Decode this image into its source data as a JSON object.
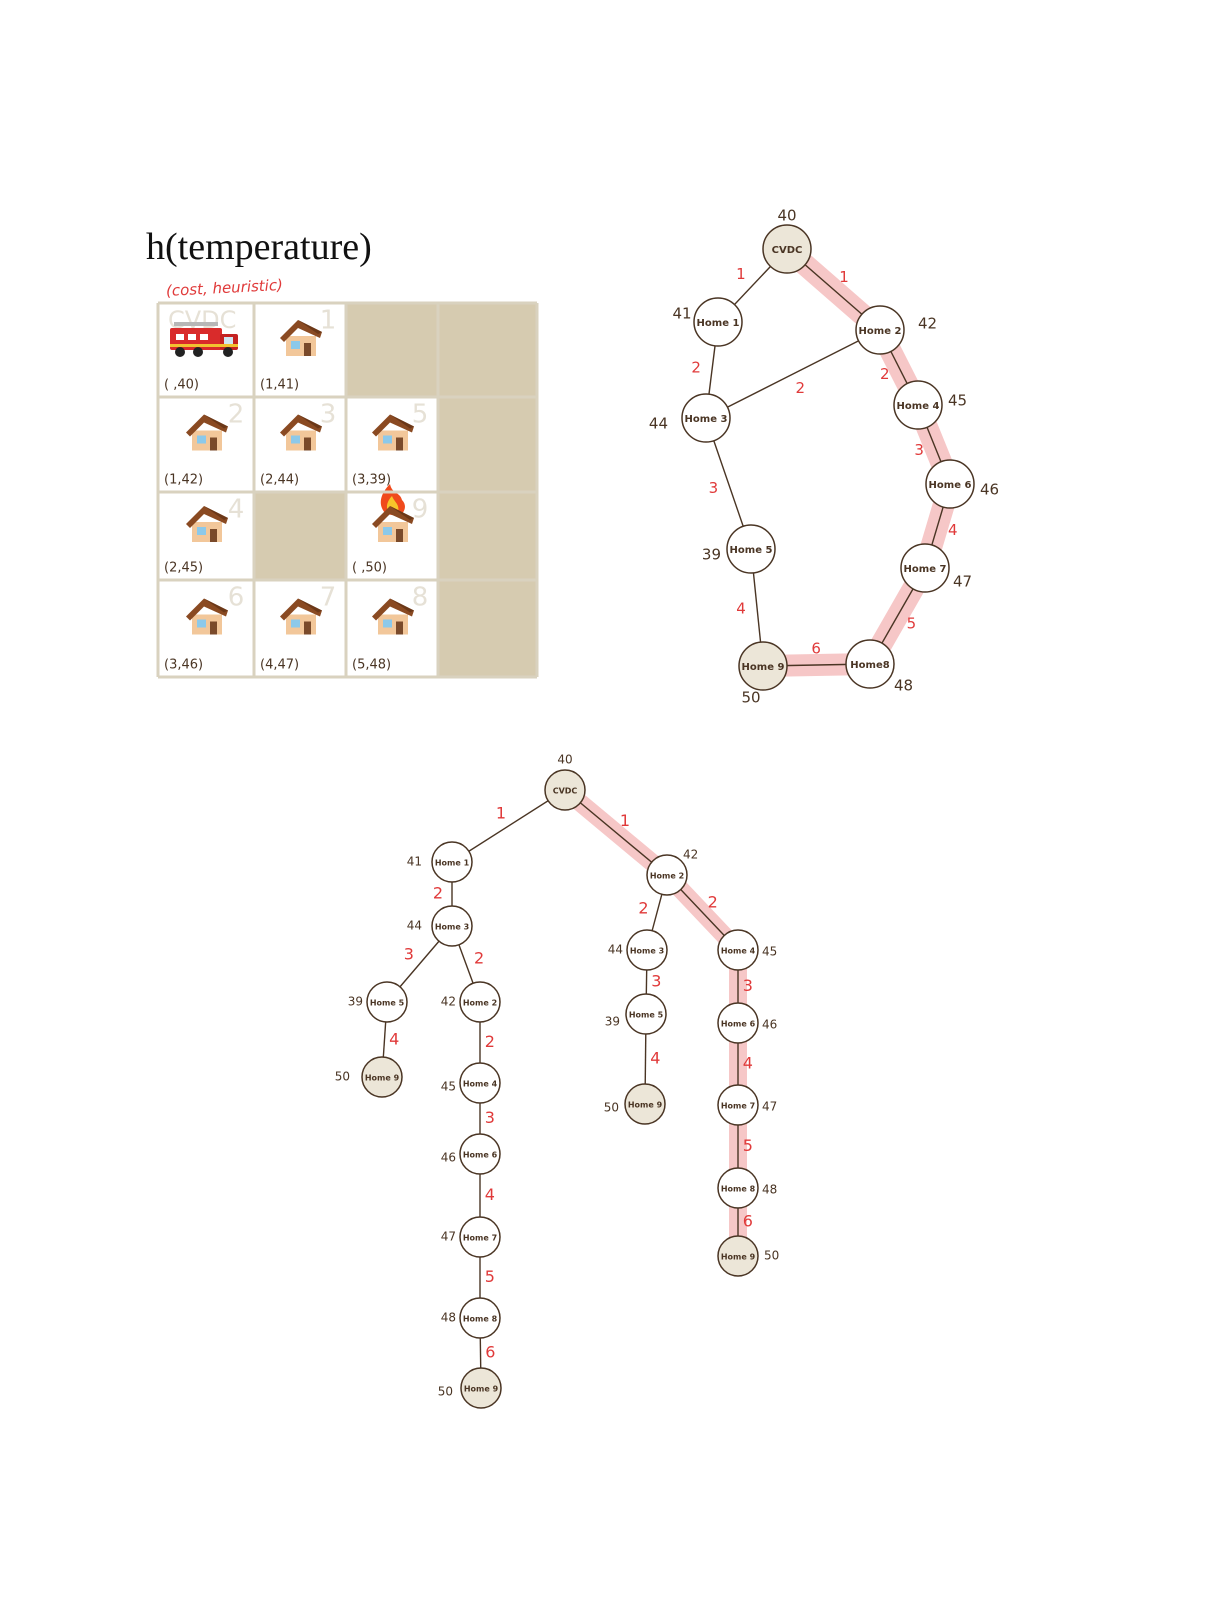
{
  "title": "h(temperature)",
  "subtitle": "(cost, heuristic)",
  "grid": {
    "cols": 4,
    "rows": 4,
    "fill_color": "#d6cbb0",
    "cells": [
      {
        "r": 0,
        "c": 0,
        "kind": "truck",
        "label": "( ,40)",
        "watermark": "CVDC"
      },
      {
        "r": 0,
        "c": 1,
        "kind": "house",
        "label": "(1,41)",
        "watermark": "1"
      },
      {
        "r": 0,
        "c": 2,
        "kind": "blocked"
      },
      {
        "r": 0,
        "c": 3,
        "kind": "blocked"
      },
      {
        "r": 1,
        "c": 0,
        "kind": "house",
        "label": "(1,42)",
        "watermark": "2"
      },
      {
        "r": 1,
        "c": 1,
        "kind": "house",
        "label": "(2,44)",
        "watermark": "3"
      },
      {
        "r": 1,
        "c": 2,
        "kind": "house",
        "label": "(3,39)",
        "watermark": "5"
      },
      {
        "r": 1,
        "c": 3,
        "kind": "blocked"
      },
      {
        "r": 2,
        "c": 0,
        "kind": "house",
        "label": "(2,45)",
        "watermark": "4"
      },
      {
        "r": 2,
        "c": 1,
        "kind": "blocked"
      },
      {
        "r": 2,
        "c": 2,
        "kind": "fire",
        "label": "( ,50)",
        "watermark": "9"
      },
      {
        "r": 2,
        "c": 3,
        "kind": "blocked"
      },
      {
        "r": 3,
        "c": 0,
        "kind": "house",
        "label": "(3,46)",
        "watermark": "6"
      },
      {
        "r": 3,
        "c": 1,
        "kind": "house",
        "label": "(4,47)",
        "watermark": "7"
      },
      {
        "r": 3,
        "c": 2,
        "kind": "house",
        "label": "(5,48)",
        "watermark": "8"
      },
      {
        "r": 3,
        "c": 3,
        "kind": "blocked"
      }
    ]
  },
  "graph": {
    "nodes": [
      {
        "id": "cvdc",
        "label": "CVDC",
        "h": "40",
        "shaded": true
      },
      {
        "id": "h1",
        "label": "Home 1",
        "h": "41"
      },
      {
        "id": "h2",
        "label": "Home 2",
        "h": "42"
      },
      {
        "id": "h3",
        "label": "Home 3",
        "h": "44"
      },
      {
        "id": "h4",
        "label": "Home 4",
        "h": "45"
      },
      {
        "id": "h5",
        "label": "Home 5",
        "h": "39"
      },
      {
        "id": "h6",
        "label": "Home 6",
        "h": "46"
      },
      {
        "id": "h7",
        "label": "Home 7",
        "h": "47"
      },
      {
        "id": "h8",
        "label": "Home8",
        "h": "48"
      },
      {
        "id": "h9",
        "label": "Home 9",
        "h": "50",
        "shaded": true
      }
    ],
    "edges": [
      {
        "from": "cvdc",
        "to": "h1",
        "cost": "1"
      },
      {
        "from": "cvdc",
        "to": "h2",
        "cost": "1",
        "highlight": true
      },
      {
        "from": "h1",
        "to": "h3",
        "cost": "2"
      },
      {
        "from": "h3",
        "to": "h2",
        "cost": "2"
      },
      {
        "from": "h2",
        "to": "h4",
        "cost": "2",
        "highlight": true
      },
      {
        "from": "h3",
        "to": "h5",
        "cost": "3"
      },
      {
        "from": "h4",
        "to": "h6",
        "cost": "3",
        "highlight": true
      },
      {
        "from": "h5",
        "to": "h9",
        "cost": "4"
      },
      {
        "from": "h6",
        "to": "h7",
        "cost": "4",
        "highlight": true
      },
      {
        "from": "h7",
        "to": "h8",
        "cost": "5",
        "highlight": true
      },
      {
        "from": "h8",
        "to": "h9",
        "cost": "6",
        "highlight": true
      }
    ]
  },
  "tree": {
    "nodes": [
      {
        "id": "t0",
        "label": "CVDC",
        "h": "40",
        "shaded": true
      },
      {
        "id": "t1",
        "label": "Home 1",
        "h": "41"
      },
      {
        "id": "t2",
        "label": "Home 2",
        "h": "42"
      },
      {
        "id": "t3",
        "label": "Home 3",
        "h": "44"
      },
      {
        "id": "t4",
        "label": "Home 5",
        "h": "39"
      },
      {
        "id": "t5",
        "label": "Home 9",
        "h": "50",
        "shaded": true
      },
      {
        "id": "t6",
        "label": "Home 2",
        "h": "42"
      },
      {
        "id": "t7",
        "label": "Home 4",
        "h": "45"
      },
      {
        "id": "t8",
        "label": "Home 6",
        "h": "46"
      },
      {
        "id": "t9",
        "label": "Home 7",
        "h": "47"
      },
      {
        "id": "t10",
        "label": "Home 8",
        "h": "48"
      },
      {
        "id": "t11",
        "label": "Home 9",
        "h": "50",
        "shaded": true
      },
      {
        "id": "t12",
        "label": "Home 3",
        "h": "44"
      },
      {
        "id": "t13",
        "label": "Home 5",
        "h": "39"
      },
      {
        "id": "t14",
        "label": "Home 9",
        "h": "50",
        "shaded": true
      },
      {
        "id": "t15",
        "label": "Home 4",
        "h": "45"
      },
      {
        "id": "t16",
        "label": "Home 6",
        "h": "46"
      },
      {
        "id": "t17",
        "label": "Home 7",
        "h": "47"
      },
      {
        "id": "t18",
        "label": "Home 8",
        "h": "48"
      },
      {
        "id": "t19",
        "label": "Home 9",
        "h": "50",
        "shaded": true
      }
    ],
    "edges": [
      {
        "from": "t0",
        "to": "t1",
        "cost": "1"
      },
      {
        "from": "t0",
        "to": "t2",
        "cost": "1",
        "highlight": true
      },
      {
        "from": "t1",
        "to": "t3",
        "cost": "2"
      },
      {
        "from": "t3",
        "to": "t4",
        "cost": "3"
      },
      {
        "from": "t4",
        "to": "t5",
        "cost": "4"
      },
      {
        "from": "t3",
        "to": "t6",
        "cost": "2"
      },
      {
        "from": "t6",
        "to": "t7",
        "cost": "2"
      },
      {
        "from": "t7",
        "to": "t8",
        "cost": "3"
      },
      {
        "from": "t8",
        "to": "t9",
        "cost": "4"
      },
      {
        "from": "t9",
        "to": "t10",
        "cost": "5"
      },
      {
        "from": "t10",
        "to": "t11",
        "cost": "6"
      },
      {
        "from": "t2",
        "to": "t12",
        "cost": "2"
      },
      {
        "from": "t12",
        "to": "t13",
        "cost": "3"
      },
      {
        "from": "t13",
        "to": "t14",
        "cost": "4"
      },
      {
        "from": "t2",
        "to": "t15",
        "cost": "2",
        "highlight": true
      },
      {
        "from": "t15",
        "to": "t16",
        "cost": "3",
        "highlight": true
      },
      {
        "from": "t16",
        "to": "t17",
        "cost": "4",
        "highlight": true
      },
      {
        "from": "t17",
        "to": "t18",
        "cost": "5",
        "highlight": true
      },
      {
        "from": "t18",
        "to": "t19",
        "cost": "6",
        "highlight": true
      }
    ]
  },
  "colors": {
    "ink": "#4a3524",
    "cost": "#e03a3a",
    "highlight": "#f3b5b5",
    "node_fill": "#ffffff",
    "node_shaded": "#ece6d8",
    "grid_fill": "#d6cbb0"
  }
}
